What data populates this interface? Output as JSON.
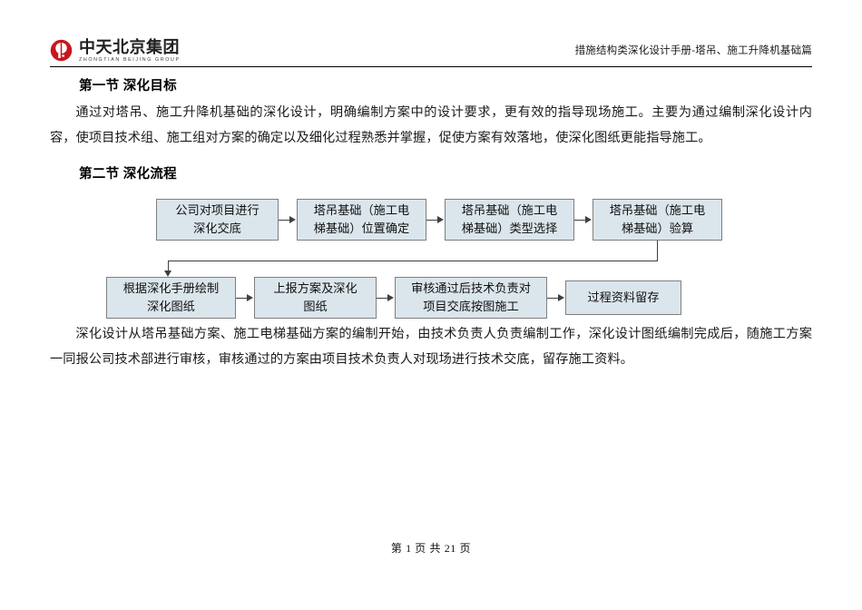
{
  "header": {
    "logo_cn": "中天北京集团",
    "logo_en": "ZHONGTIAN  BEIJING  GROUP",
    "logo_color": "#c8161d",
    "title": "措施结构类深化设计手册-塔吊、施工升降机基础篇"
  },
  "sections": [
    {
      "heading": "第一节  深化目标",
      "paragraph": "通过对塔吊、施工升降机基础的深化设计，明确编制方案中的设计要求，更有效的指导现场施工。主要为通过编制深化设计内容，使项目技术组、施工组对方案的确定以及细化过程熟悉并掌握，促使方案有效落地，使深化图纸更能指导施工。"
    },
    {
      "heading": "第二节  深化流程",
      "paragraph": "深化设计从塔吊基础方案、施工电梯基础方案的编制开始，由技术负责人负责编制工作，深化设计图纸编制完成后，随施工方案一同报公司技术部进行审核，审核通过的方案由项目技术负责人对现场进行技术交底，留存施工资料。"
    }
  ],
  "flowchart": {
    "box_fill": "#dbe5ec",
    "box_border": "#7f7f7f",
    "nodes": [
      {
        "id": "n1",
        "line1": "公司对项目进行",
        "line2": "深化交底"
      },
      {
        "id": "n2",
        "line1": "塔吊基础（施工电",
        "line2": "梯基础）位置确定"
      },
      {
        "id": "n3",
        "line1": "塔吊基础（施工电",
        "line2": "梯基础）类型选择"
      },
      {
        "id": "n4",
        "line1": "塔吊基础（施工电",
        "line2": "梯基础）验算"
      },
      {
        "id": "n5",
        "line1": "根据深化手册绘制",
        "line2": "深化图纸"
      },
      {
        "id": "n6",
        "line1": "上报方案及深化",
        "line2": "图纸"
      },
      {
        "id": "n7",
        "line1": "审核通过后技术负责对",
        "line2": "项目交底按图施工"
      },
      {
        "id": "n8",
        "line1": "过程资料留存",
        "line2": ""
      }
    ]
  },
  "footer": {
    "page_label": "第 1 页 共 21 页"
  }
}
